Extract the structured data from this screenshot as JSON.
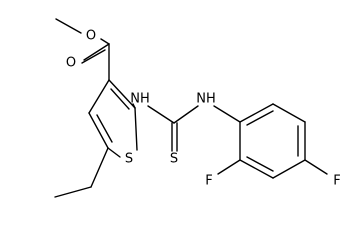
{
  "molecule": {
    "atoms": {
      "o_methoxy": "O",
      "o_carbonyl": "O",
      "s_thiophene": "S",
      "nh_left": "NH",
      "nh_right": "NH",
      "s_thione": "S",
      "f_ortho": "F",
      "f_para": "F"
    }
  }
}
